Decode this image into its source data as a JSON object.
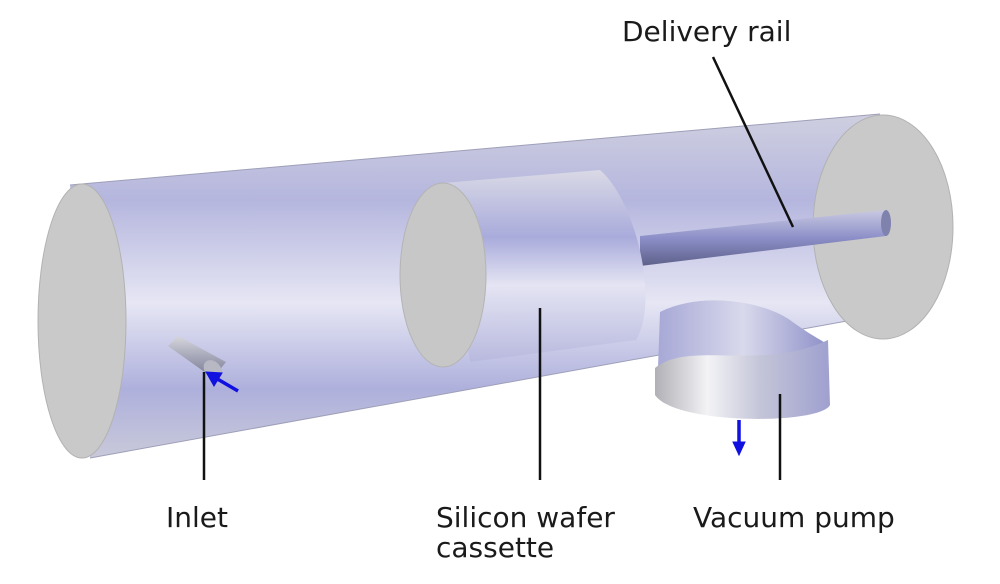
{
  "labels": {
    "delivery_rail": "Delivery rail",
    "inlet": "Inlet",
    "cassette_line1": "Silicon wafer",
    "cassette_line2": "cassette",
    "vacuum_pump": "Vacuum pump"
  },
  "colors": {
    "surface_tint": "#b4b8e6",
    "end_cap": "#c8c8c8",
    "arrow": "#1010e0",
    "leader_line": "#111111"
  }
}
